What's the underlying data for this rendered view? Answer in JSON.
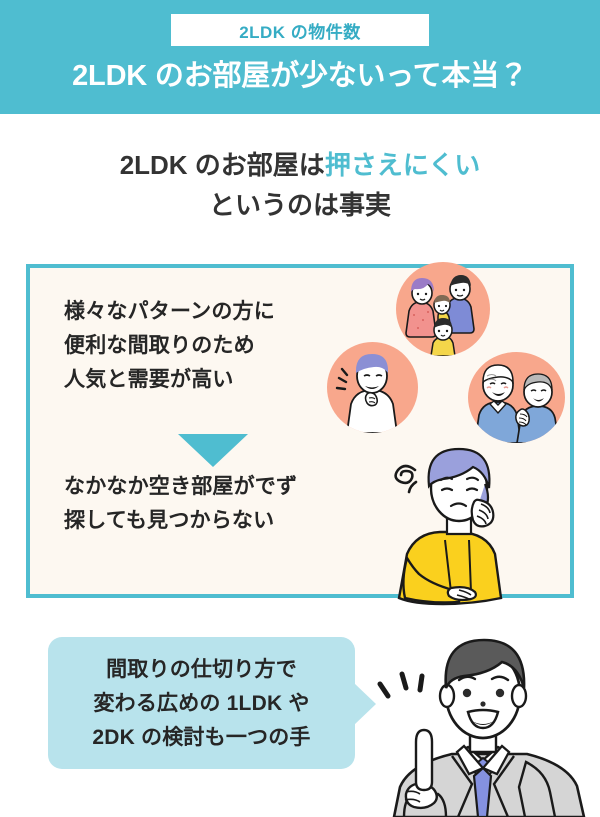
{
  "header": {
    "badge_label": "2LDK の物件数",
    "title": "2LDK のお部屋が少ないって本当？",
    "bg_color": "#4FBDD0",
    "badge_bg_color": "#FFFFFF",
    "badge_text_color": "#35ACC4",
    "title_color": "#FFFFFF"
  },
  "subtitle": {
    "line1_plain": "2LDK のお部屋は",
    "line1_accent": "押さえにくい",
    "line2": "というのは事実",
    "plain_color": "#333333",
    "accent_color": "#4FBDD0"
  },
  "main_box": {
    "border_color": "#4FBDD0",
    "bg_color": "#FDF8F1",
    "top_text": "様々なパターンの方に\n便利な間取りのため\n人気と需要が高い",
    "bottom_text": "なかなか空き部屋がでず\n探しても見つからない",
    "arrow_color": "#4FBDD0",
    "text_color": "#262626",
    "illustrations": [
      {
        "name": "family-with-baby",
        "circle_color": "#F8A78C"
      },
      {
        "name": "thinking-person",
        "circle_color": "#F8A78C"
      },
      {
        "name": "elderly-couple",
        "circle_color": "#F8A78C"
      },
      {
        "name": "worried-woman",
        "sweater_color": "#FAD01E",
        "hair_color": "#9AA0DC"
      }
    ]
  },
  "speech_bubble": {
    "text": "間取りの仕切り方で\n変わる広めの 1LDK や\n2DK の検討も一つの手",
    "bg_color": "#B8E3EC",
    "text_color": "#262626"
  },
  "businessman": {
    "name": "pointing-businessman",
    "suit_color": "#D5D5D5",
    "tie_color": "#8491E0",
    "hair_color": "#5A5A5A"
  }
}
